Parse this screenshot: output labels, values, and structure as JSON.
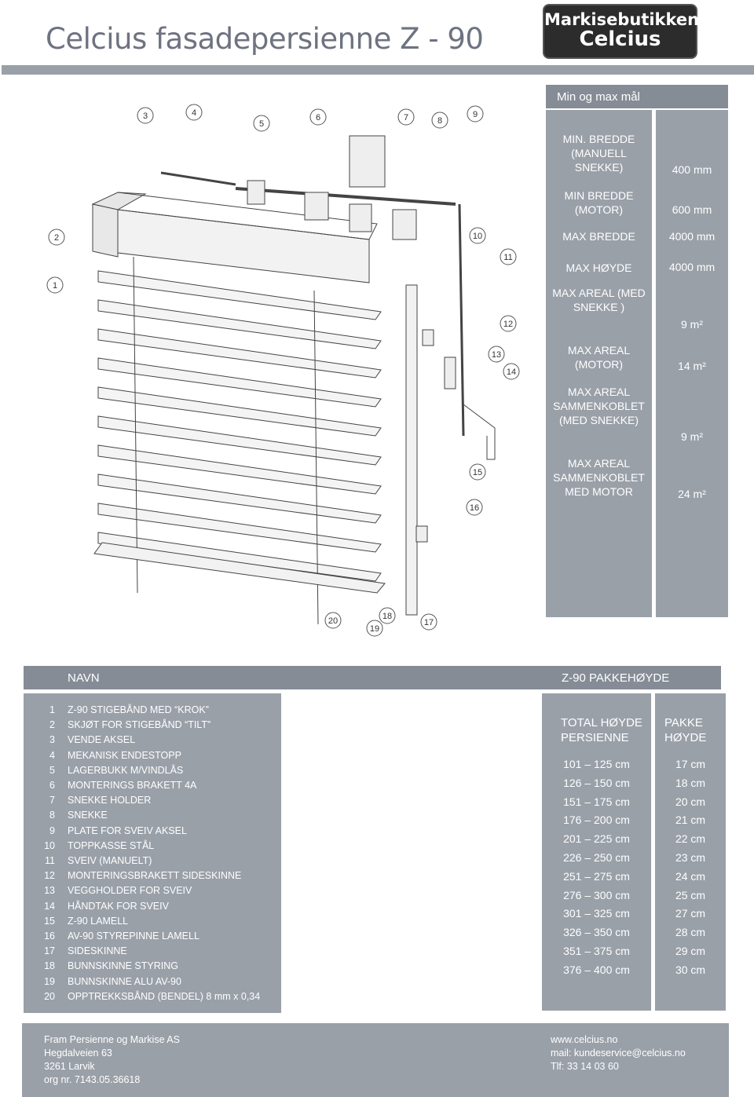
{
  "header": {
    "title": "Celcius fasadepersienne Z - 90",
    "logo_line1": "Markisebutikken",
    "logo_line2": "Celcius"
  },
  "specs": {
    "heading": "Min og max mål",
    "rows": [
      {
        "label": "MIN. BREDDE (MANUELL SNEKKE)",
        "value": "400 mm"
      },
      {
        "label": "MIN BREDDE (MOTOR)",
        "value": "600 mm"
      },
      {
        "label": "MAX BREDDE",
        "value": "4000 mm"
      },
      {
        "label": "MAX HØYDE",
        "value": "4000 mm"
      },
      {
        "label": "MAX AREAL (MED SNEKKE )",
        "value": "9 m²"
      },
      {
        "label": "MAX AREAL (MOTOR)",
        "value": "14 m²"
      },
      {
        "label": "MAX AREAL SAMMENKOBLET (MED SNEKKE)",
        "value": "9 m²"
      },
      {
        "label": "MAX AREAL SAMMENKOBLET MED MOTOR",
        "value": "24 m²"
      }
    ]
  },
  "callouts": [
    "1",
    "2",
    "3",
    "4",
    "5",
    "6",
    "7",
    "8",
    "9",
    "10",
    "11",
    "12",
    "13",
    "14",
    "15",
    "16",
    "17",
    "18",
    "19",
    "20"
  ],
  "parts": {
    "header_name": "NAVN",
    "header_package": "Z-90 PAKKEHØYDE",
    "items": [
      {
        "n": "1",
        "t": "Z-90 STIGEBÅND MED “KROK”"
      },
      {
        "n": "2",
        "t": "SKJØT FOR STIGEBÅND “TILT”"
      },
      {
        "n": "3",
        "t": "VENDE AKSEL"
      },
      {
        "n": "4",
        "t": "MEKANISK ENDESTOPP"
      },
      {
        "n": "5",
        "t": "LAGERBUKK M/VINDLÅS"
      },
      {
        "n": "6",
        "t": "MONTERINGS BRAKETT 4A"
      },
      {
        "n": "7",
        "t": "SNEKKE HOLDER"
      },
      {
        "n": "8",
        "t": "SNEKKE"
      },
      {
        "n": "9",
        "t": "PLATE FOR SVEIV AKSEL"
      },
      {
        "n": "10",
        "t": "TOPPKASSE STÅL"
      },
      {
        "n": "11",
        "t": "SVEIV (MANUELT)"
      },
      {
        "n": "12",
        "t": "MONTERINGSBRAKETT SIDESKINNE"
      },
      {
        "n": "13",
        "t": "VEGGHOLDER FOR SVEIV"
      },
      {
        "n": "14",
        "t": "HÅNDTAK FOR SVEIV"
      },
      {
        "n": "15",
        "t": "Z-90 LAMELL"
      },
      {
        "n": "16",
        "t": "AV-90 STYREPINNE LAMELL"
      },
      {
        "n": "17",
        "t": "SIDESKINNE"
      },
      {
        "n": "18",
        "t": "BUNNSKINNE STYRING"
      },
      {
        "n": "19",
        "t": "BUNNSKINNE ALU AV-90"
      },
      {
        "n": "20",
        "t": "OPPTREKKSBÅND (BENDEL) 8 mm x 0,34"
      }
    ]
  },
  "package": {
    "col1_head_1": "TOTAL HØYDE",
    "col1_head_2": "PERSIENNE",
    "col2_head_1": "PAKKE",
    "col2_head_2": "HØYDE",
    "rows": [
      {
        "total": "101 – 125 cm",
        "pakke": "17 cm"
      },
      {
        "total": "126 – 150 cm",
        "pakke": "18 cm"
      },
      {
        "total": "151 – 175 cm",
        "pakke": "20 cm"
      },
      {
        "total": "176 – 200 cm",
        "pakke": "21 cm"
      },
      {
        "total": "201 – 225 cm",
        "pakke": "22 cm"
      },
      {
        "total": "226 – 250 cm",
        "pakke": "23 cm"
      },
      {
        "total": "251 – 275 cm",
        "pakke": "24 cm"
      },
      {
        "total": "276 – 300 cm",
        "pakke": "25 cm"
      },
      {
        "total": "301 – 325 cm",
        "pakke": "27 cm"
      },
      {
        "total": "326 – 350 cm",
        "pakke": "28 cm"
      },
      {
        "total": "351 – 375 cm",
        "pakke": "29 cm"
      },
      {
        "total": "376 – 400 cm",
        "pakke": "30 cm"
      }
    ]
  },
  "footer": {
    "company": "Fram Persienne og Markise AS",
    "street": "Hegdalveien 63",
    "city": "3261 Larvik",
    "orgnr": "org nr. 7143.05.36618",
    "web": "www.celcius.no",
    "mail": "mail: kundeservice@celcius.no",
    "phone": "Tlf: 33 14 03 60"
  }
}
